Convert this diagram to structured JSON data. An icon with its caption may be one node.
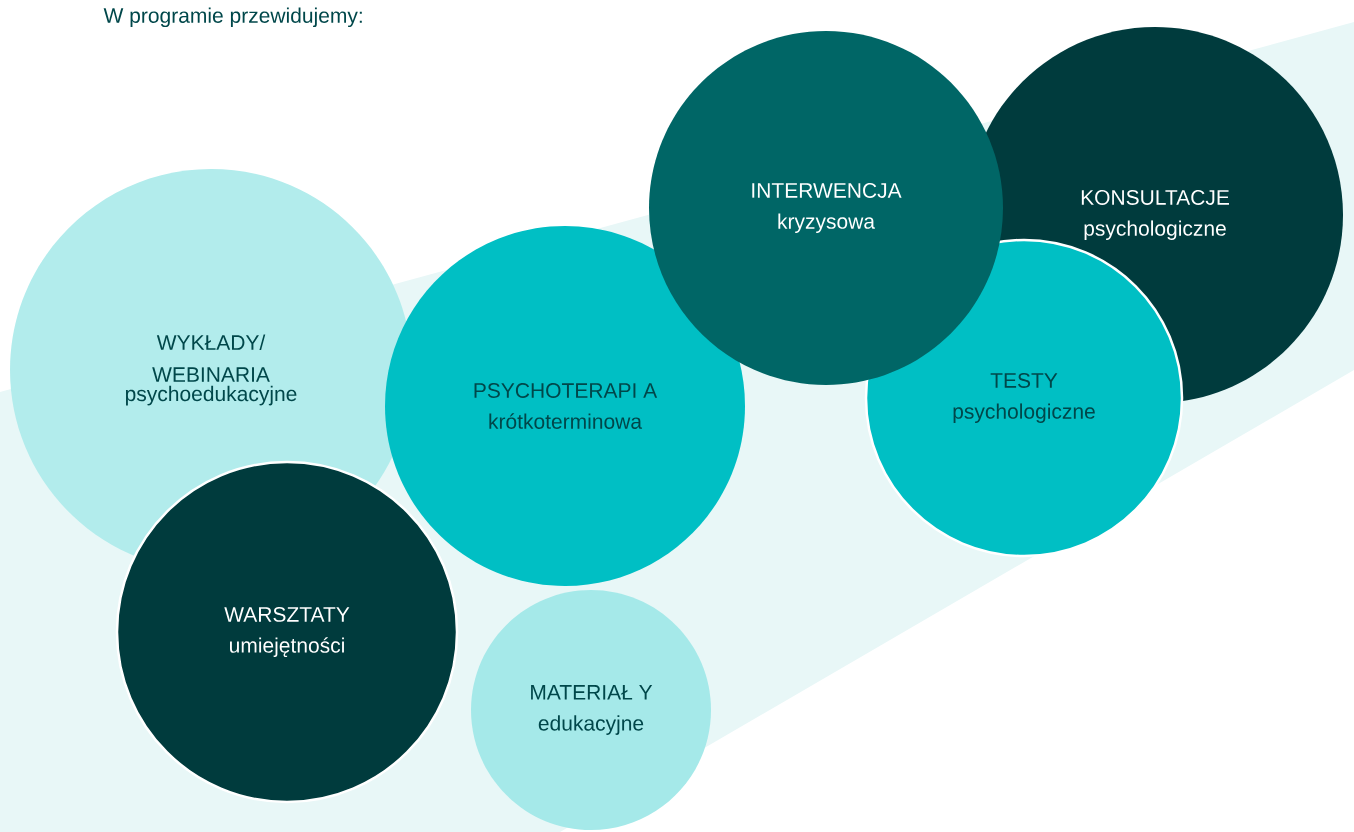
{
  "diagram": {
    "title": "W programie przewidujemy:",
    "nodes": [
      {
        "text": [
          "WYKŁADY/ WEBINARIA",
          "psychoedukacyjne"
        ]
      },
      {
        "text": [
          "PSYCHOTERAPI A",
          "krótkoterminowa"
        ]
      },
      {
        "text": [
          "WARSZTATY",
          "umiejętności"
        ]
      },
      {
        "text": [
          "MATERIAŁ Y",
          "edukacyjne"
        ]
      },
      {
        "text": [
          "KONSULTACJE",
          "psychologiczne"
        ]
      },
      {
        "text": [
          "TESTY",
          "psychologiczne"
        ]
      },
      {
        "text": [
          "INTERWENCJA",
          "kryzysowa"
        ]
      }
    ]
  }
}
